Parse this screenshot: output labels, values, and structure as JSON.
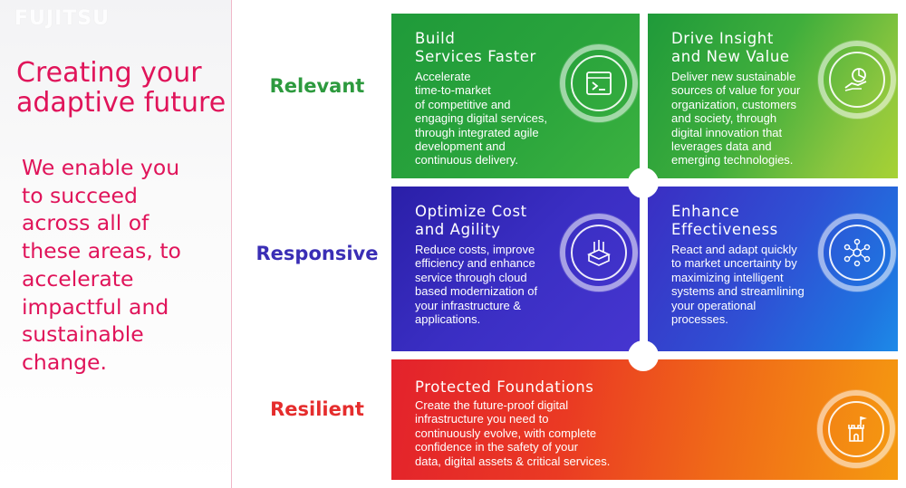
{
  "brand": {
    "logo_text": "FUJITSU"
  },
  "left": {
    "headline": "Creating your\nadaptive future",
    "subtext": "We enable you\nto succeed\nacross all of\nthese areas, to\naccelerate\nimpactful and\nsustainable\nchange."
  },
  "rows": {
    "relevant": "Relevant",
    "responsive": "Responsive",
    "resilient": "Resilient"
  },
  "cards": {
    "build": {
      "title": "Build\nServices Faster",
      "body": "Accelerate\ntime-to-market\nof competitive and\nengaging digital services,\nthrough integrated agile\ndevelopment and\ncontinuous delivery.",
      "icon": "code-window-icon"
    },
    "drive": {
      "title": "Drive Insight\nand New Value",
      "body": "Deliver new sustainable\nsources of value for your\norganization, customers\nand society, through\ndigital innovation that\nleverages data and\nemerging technologies.",
      "icon": "hand-chart-icon"
    },
    "optimize": {
      "title": "Optimize Cost\nand Agility",
      "body": "Reduce costs, improve\nefficiency and enhance\nservice through cloud\nbased modernization of\nyour infrastructure &\napplications.",
      "icon": "cloud-box-icon"
    },
    "enhance": {
      "title": "Enhance\nEffectiveness",
      "body": "React and adapt quickly\nto market uncertainty by\nmaximizing intelligent\nsystems and streamlining\nyour operational\nprocesses.",
      "icon": "network-people-icon"
    },
    "protected": {
      "title": "Protected Foundations",
      "body": "Create the future-proof digital\ninfrastructure you need to\ncontinuously evolve, with complete\nconfidence in the safety of your\ndata, digital assets & critical services.",
      "icon": "castle-flag-icon"
    }
  },
  "colors": {
    "accent": "#e0145a",
    "relevant": "#2d9a3e",
    "responsive": "#3a2eb5",
    "resilient": "#e52d2d"
  }
}
